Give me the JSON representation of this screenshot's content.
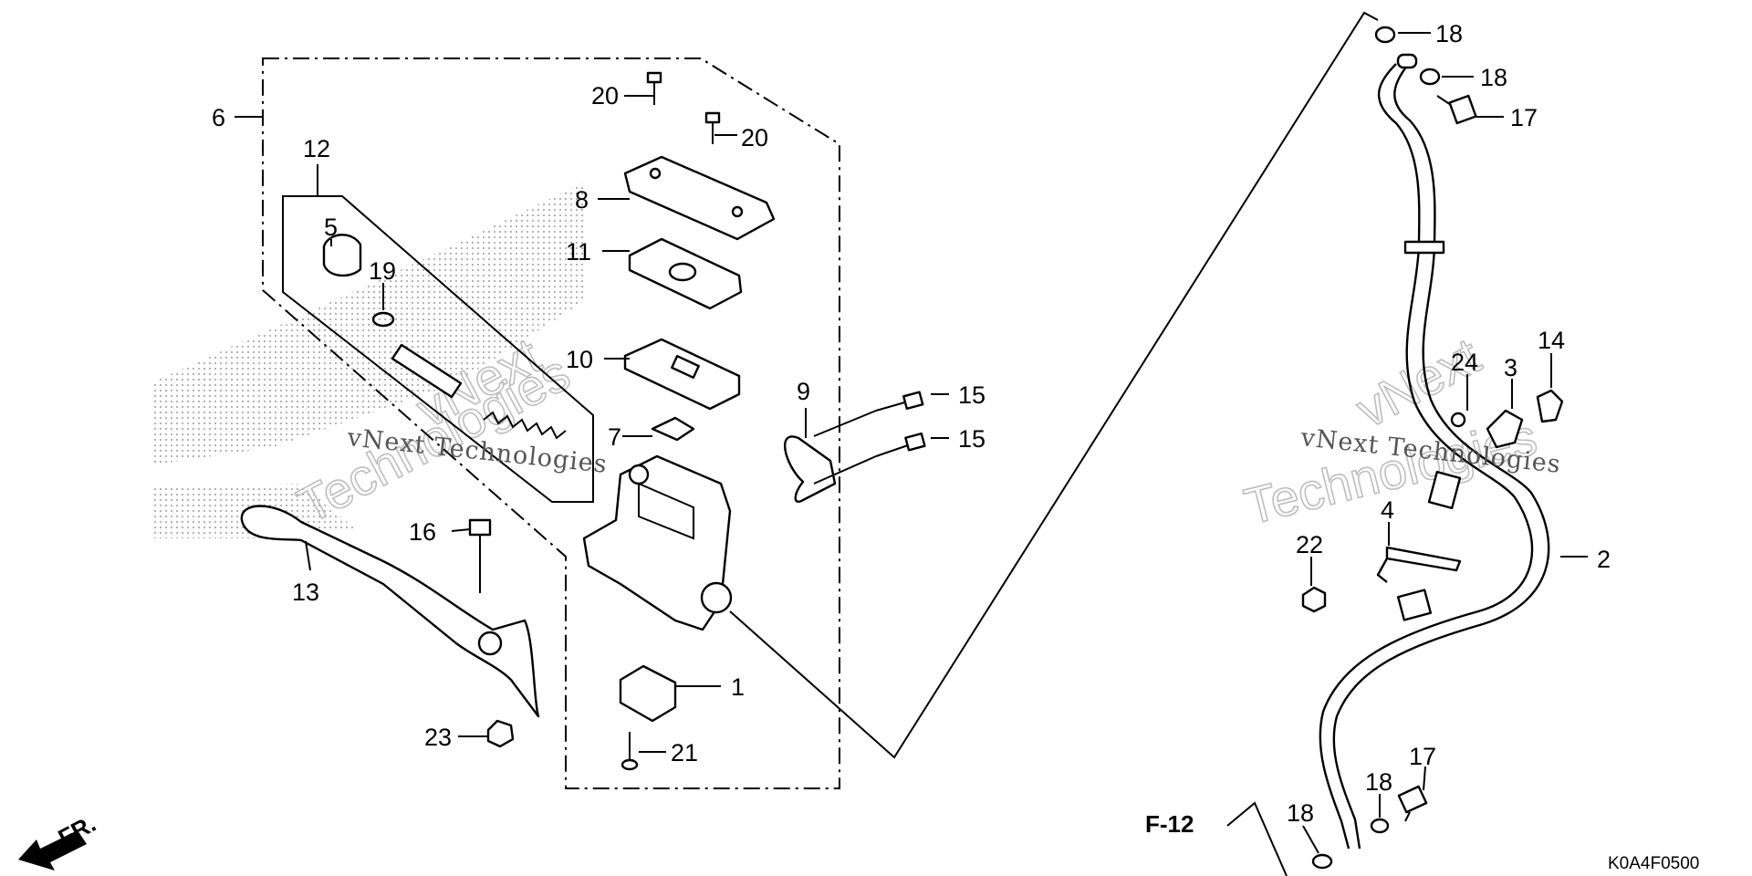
{
  "callouts": [
    {
      "id": "1",
      "label": "1"
    },
    {
      "id": "2",
      "label": "2"
    },
    {
      "id": "3",
      "label": "3"
    },
    {
      "id": "4",
      "label": "4"
    },
    {
      "id": "5",
      "label": "5"
    },
    {
      "id": "6",
      "label": "6"
    },
    {
      "id": "7",
      "label": "7"
    },
    {
      "id": "8",
      "label": "8"
    },
    {
      "id": "9",
      "label": "9"
    },
    {
      "id": "10",
      "label": "10"
    },
    {
      "id": "11",
      "label": "11"
    },
    {
      "id": "12",
      "label": "12"
    },
    {
      "id": "13",
      "label": "13"
    },
    {
      "id": "14",
      "label": "14"
    },
    {
      "id": "15a",
      "label": "15"
    },
    {
      "id": "15b",
      "label": "15"
    },
    {
      "id": "16",
      "label": "16"
    },
    {
      "id": "17a",
      "label": "17"
    },
    {
      "id": "17b",
      "label": "17"
    },
    {
      "id": "18a",
      "label": "18"
    },
    {
      "id": "18b",
      "label": "18"
    },
    {
      "id": "18c",
      "label": "18"
    },
    {
      "id": "18d",
      "label": "18"
    },
    {
      "id": "19",
      "label": "19"
    },
    {
      "id": "20a",
      "label": "20"
    },
    {
      "id": "20b",
      "label": "20"
    },
    {
      "id": "21",
      "label": "21"
    },
    {
      "id": "22",
      "label": "22"
    },
    {
      "id": "23",
      "label": "23"
    },
    {
      "id": "24",
      "label": "24"
    }
  ],
  "reference": "F-12",
  "direction": "FR.",
  "diagram_code": "K0A4F0500",
  "watermark": {
    "serif_line_1": "vNext Technologies",
    "serif_line_2": "vNext Technologies",
    "outline_1a": "vNext",
    "outline_1b": "Technologies",
    "outline_2a": "vNext",
    "outline_2b": "Technologies"
  }
}
